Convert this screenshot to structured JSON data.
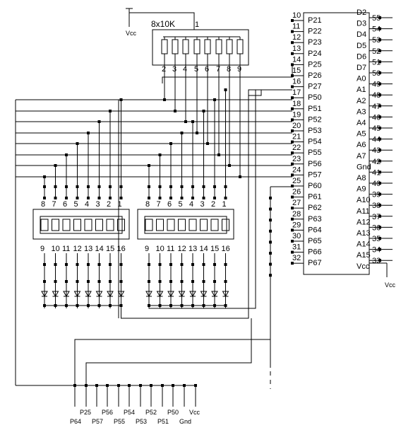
{
  "resistor_network": {
    "label": "8x10K",
    "common_pin": "1",
    "pins": [
      "2",
      "3",
      "4",
      "5",
      "6",
      "7",
      "8",
      "9"
    ]
  },
  "power": {
    "vcc_top": "Vcc",
    "vcc_right": "Vcc"
  },
  "connector": {
    "left_pins": [
      {
        "num": "10",
        "name": "P21"
      },
      {
        "num": "11",
        "name": "P22"
      },
      {
        "num": "12",
        "name": "P23"
      },
      {
        "num": "13",
        "name": "P24"
      },
      {
        "num": "14",
        "name": "P25"
      },
      {
        "num": "15",
        "name": "P26"
      },
      {
        "num": "16",
        "name": "P27"
      },
      {
        "num": "17",
        "name": "P50"
      },
      {
        "num": "18",
        "name": "P51"
      },
      {
        "num": "19",
        "name": "P52"
      },
      {
        "num": "20",
        "name": "P53"
      },
      {
        "num": "21",
        "name": "P54"
      },
      {
        "num": "22",
        "name": "P55"
      },
      {
        "num": "23",
        "name": "P56"
      },
      {
        "num": "24",
        "name": "P57"
      },
      {
        "num": "25",
        "name": "P60"
      },
      {
        "num": "26",
        "name": "P61"
      },
      {
        "num": "27",
        "name": "P62"
      },
      {
        "num": "28",
        "name": "P63"
      },
      {
        "num": "29",
        "name": "P64"
      },
      {
        "num": "30",
        "name": "P65"
      },
      {
        "num": "31",
        "name": "P66"
      },
      {
        "num": "32",
        "name": "P67"
      }
    ],
    "right_pins": [
      {
        "num": "55",
        "name": "D2"
      },
      {
        "num": "54",
        "name": "D3"
      },
      {
        "num": "53",
        "name": "D4"
      },
      {
        "num": "52",
        "name": "D5"
      },
      {
        "num": "51",
        "name": "D6"
      },
      {
        "num": "50",
        "name": "D7"
      },
      {
        "num": "49",
        "name": "A0"
      },
      {
        "num": "48",
        "name": "A1"
      },
      {
        "num": "47",
        "name": "A2"
      },
      {
        "num": "46",
        "name": "A3"
      },
      {
        "num": "45",
        "name": "A4"
      },
      {
        "num": "44",
        "name": "A5"
      },
      {
        "num": "43",
        "name": "A6"
      },
      {
        "num": "42",
        "name": "A7"
      },
      {
        "num": "41",
        "name": "Gnd"
      },
      {
        "num": "40",
        "name": "A8"
      },
      {
        "num": "39",
        "name": "A9"
      },
      {
        "num": "38",
        "name": "A10"
      },
      {
        "num": "37",
        "name": "A11"
      },
      {
        "num": "36",
        "name": "A12"
      },
      {
        "num": "35",
        "name": "A13"
      },
      {
        "num": "34",
        "name": "A14"
      },
      {
        "num": "33",
        "name": "A15"
      },
      {
        "num": "",
        "name": "Vcc"
      }
    ]
  },
  "dip_switch_1": {
    "top_pins": [
      "8",
      "7",
      "6",
      "5",
      "4",
      "3",
      "2",
      "1"
    ],
    "bottom_pins": [
      "9",
      "10",
      "11",
      "12",
      "13",
      "14",
      "15",
      "16"
    ]
  },
  "dip_switch_2": {
    "top_pins": [
      "8",
      "7",
      "6",
      "5",
      "4",
      "3",
      "2",
      "1"
    ],
    "bottom_pins": [
      "9",
      "10",
      "11",
      "12",
      "13",
      "14",
      "15",
      "16"
    ]
  },
  "bottom_header": {
    "upper_labels": [
      "P25",
      "P56",
      "P54",
      "P52",
      "P50",
      "Vcc"
    ],
    "lower_labels": [
      "P64",
      "P57",
      "P55",
      "P53",
      "P51",
      "Gnd"
    ]
  }
}
